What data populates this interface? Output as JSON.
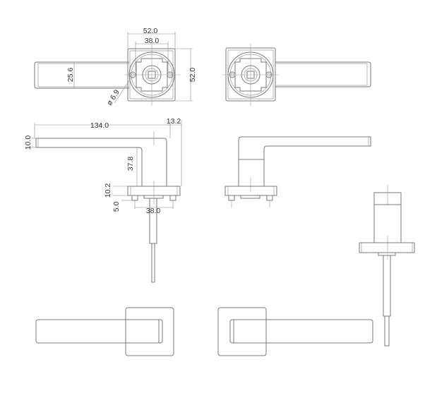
{
  "drawing": {
    "subject": "Door lever handle on square rose — technical drawing",
    "colors": {
      "line": "#7a7a7a",
      "text": "#333333",
      "background": "#ffffff"
    },
    "views": {
      "top_left_front": {
        "dims": {
          "rose_width": "52.0",
          "screw_spacing": "38.0",
          "rose_height": "52.0",
          "lever_width": "25.6",
          "screw_hole": "ø 6.9"
        }
      },
      "top_right_front": {
        "dims": {}
      },
      "side_left": {
        "dims": {
          "lever_length": "134.0",
          "lever_depth": "13.2",
          "lever_thickness": "10.0",
          "neck_height": "37.8",
          "rose_thickness": "10.2",
          "boss_height": "5.0",
          "screw_spacing": "38.0"
        }
      },
      "side_right": {
        "dims": {}
      },
      "end_view": {
        "dims": {}
      },
      "bottom_left_top": {
        "dims": {}
      },
      "bottom_right_top": {
        "dims": {}
      }
    }
  }
}
